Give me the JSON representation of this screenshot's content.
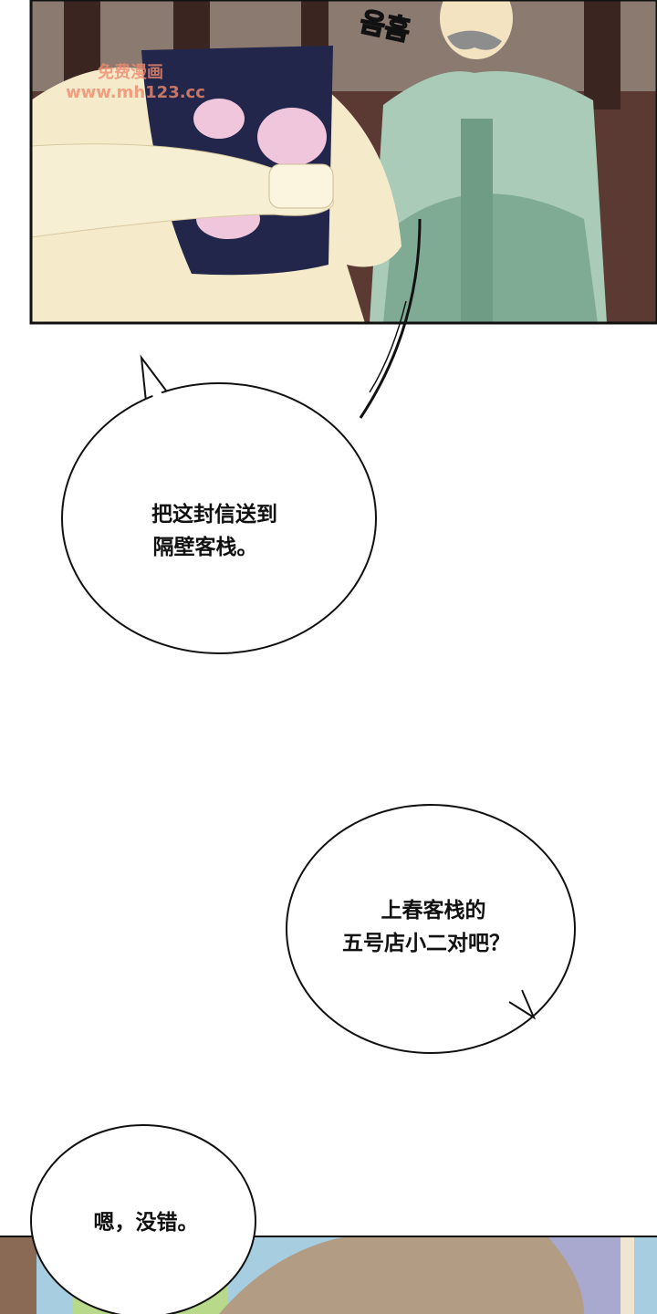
{
  "panels": [
    {
      "sfx": "음흠",
      "watermark": {
        "line1": "免费漫画",
        "line2": "www.mh123.cc"
      }
    },
    {},
    {}
  ],
  "bubbles": [
    {
      "lines": [
        "把这封信送到",
        "隔壁客栈。"
      ]
    },
    {
      "lines": [
        "上春客栈的",
        "五号店小二对吧？"
      ]
    },
    {
      "lines": [
        "嗯，没错。"
      ]
    }
  ],
  "colors": {
    "cup": "#22264a",
    "robe": "#8fb8a2",
    "skin": "#f3e7c4",
    "background": "#4a2e28"
  }
}
